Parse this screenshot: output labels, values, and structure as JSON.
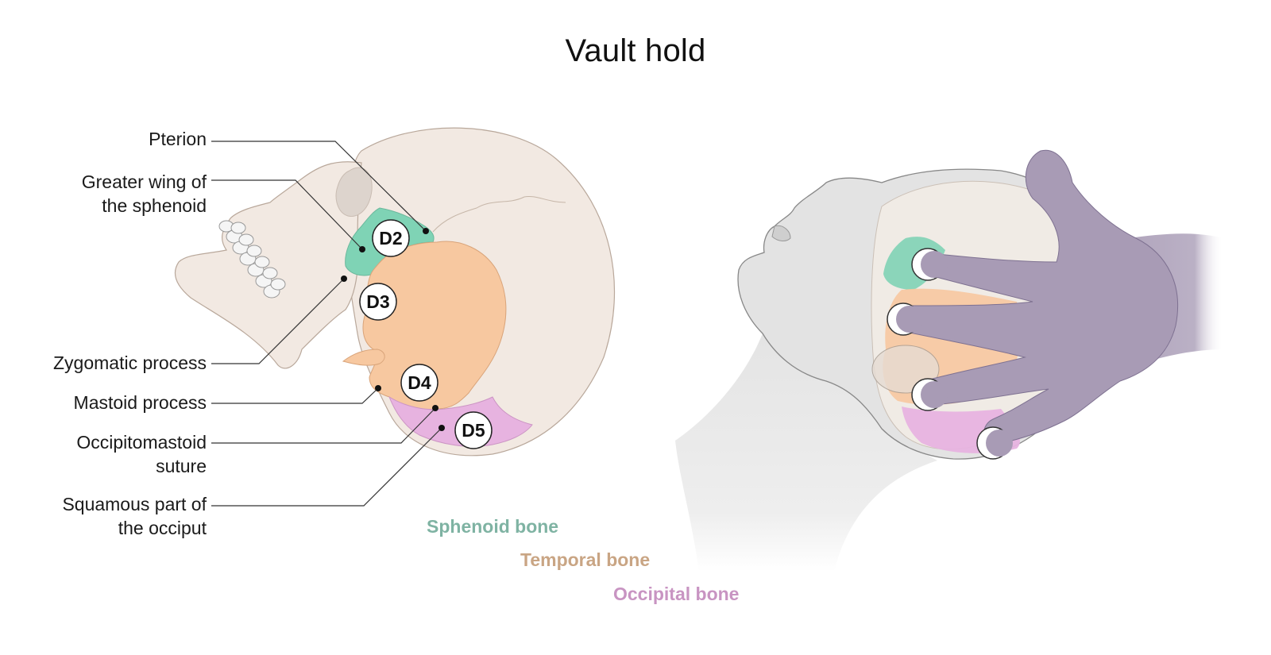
{
  "title": "Vault hold",
  "labels": [
    {
      "id": "pterion",
      "lines": [
        "Pterion"
      ]
    },
    {
      "id": "greater-wing",
      "lines": [
        "Greater wing of",
        "the sphenoid"
      ]
    },
    {
      "id": "zygomatic",
      "lines": [
        "Zygomatic process"
      ]
    },
    {
      "id": "mastoid",
      "lines": [
        "Mastoid process"
      ]
    },
    {
      "id": "occipitomastoid",
      "lines": [
        "Occipitomastoid",
        "suture"
      ]
    },
    {
      "id": "squamous",
      "lines": [
        "Squamous part of",
        "the occiput"
      ]
    }
  ],
  "digits": [
    "D2",
    "D3",
    "D4",
    "D5"
  ],
  "legend": [
    {
      "label": "Sphenoid bone",
      "color": "#7fb3a3"
    },
    {
      "label": "Temporal bone",
      "color": "#c9a584"
    },
    {
      "label": "Occipital bone",
      "color": "#c894c2"
    }
  ],
  "colors": {
    "skull": "#f2e9e2",
    "sphenoid_fill": "#7fd3b5",
    "temporal_fill": "#f7c8a0",
    "occipital_fill": "#e7b3e0",
    "hand": "#a89bb5",
    "head": "#e3e3e3"
  }
}
